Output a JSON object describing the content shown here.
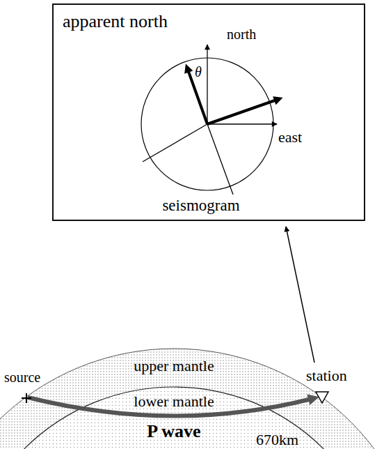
{
  "diagram": {
    "nodes": [
      {
        "text": [
          "apparent north",
          "north",
          "θ",
          "east",
          "seismogram"
        ]
      }
    ],
    "labels": [
      "source",
      "upper mantle",
      "station",
      "lower mantle",
      "P wave",
      "670km"
    ]
  }
}
